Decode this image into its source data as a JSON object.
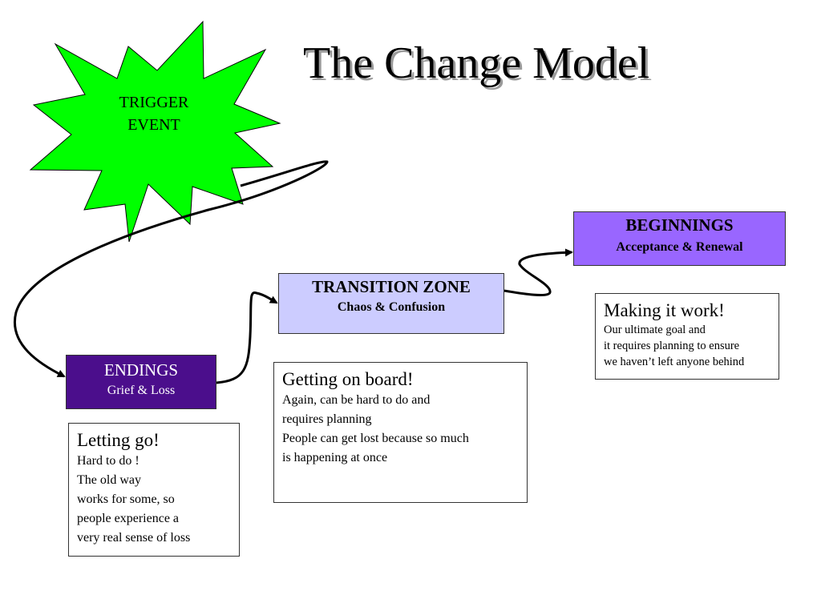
{
  "title": "The Change Model",
  "trigger": {
    "line1": "TRIGGER",
    "line2": "EVENT",
    "color": "#00ff00"
  },
  "stages": {
    "endings": {
      "name": "ENDINGS",
      "subtitle": "Grief & Loss",
      "color": "#4b0e8c"
    },
    "transition": {
      "name": "TRANSITION ZONE",
      "subtitle": "Chaos & Confusion",
      "color": "#ccccff"
    },
    "beginnings": {
      "name": "BEGINNINGS",
      "subtitle": "Acceptance & Renewal",
      "color": "#9966ff"
    }
  },
  "notes": {
    "endings": {
      "heading": "Letting go!",
      "lines": [
        "Hard to do !",
        "The old way",
        "works for some, so",
        "people experience a",
        "very real sense of loss"
      ]
    },
    "transition": {
      "heading": "Getting on board!",
      "lines": [
        "Again, can be hard to do and",
        "requires planning",
        "People can get lost because so much",
        "is happening at once"
      ]
    },
    "beginnings": {
      "heading": "Making it work!",
      "lines": [
        "Our ultimate goal and",
        "it requires planning to ensure",
        "we haven’t left anyone behind"
      ]
    }
  }
}
